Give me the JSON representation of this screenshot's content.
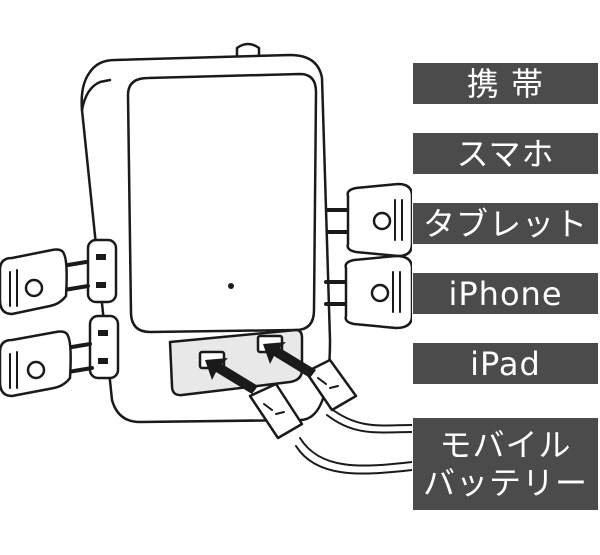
{
  "labels": {
    "keitai": "携 帯",
    "smartphone": "スマホ",
    "tablet": "タブレット",
    "iphone": "iPhone",
    "ipad": "iPad",
    "battery_line1": "モバイル",
    "battery_line2": "バッテリー"
  },
  "colors": {
    "label_bg": "#4b4b4b",
    "label_text": "#ffffff",
    "line": "#1a1a1a",
    "panel": "#e8e8e8"
  },
  "icons": [
    "usb-charger-icon",
    "ac-plug-icon",
    "usb-cable-icon",
    "arrow-icon"
  ]
}
